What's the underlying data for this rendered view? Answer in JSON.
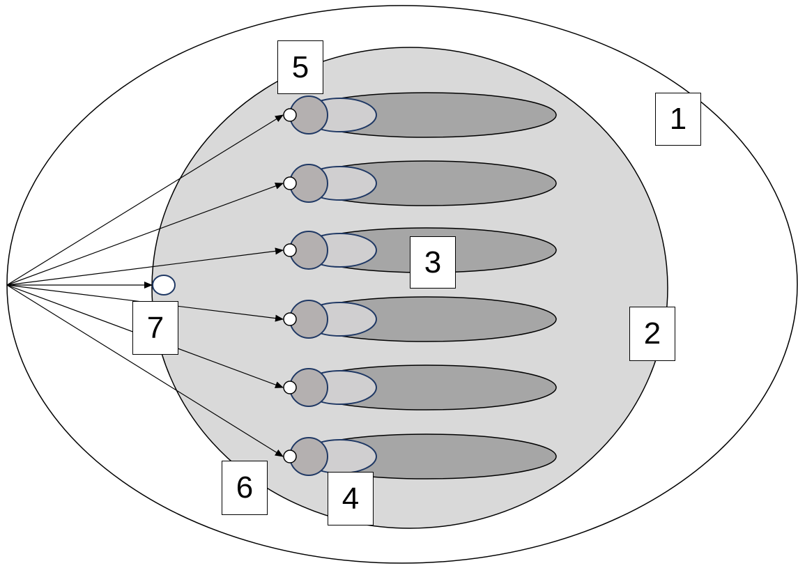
{
  "diagram": {
    "labels": {
      "one": "1",
      "two": "2",
      "three": "3",
      "four": "4",
      "five": "5",
      "six": "6",
      "seven": "7"
    },
    "colors": {
      "outer_fill": "#ffffff",
      "inner_fill": "#d9d9d9",
      "elongated_fill": "#a6a6a6",
      "head_fill": "#b4b0b0",
      "loop_fill": "#d0cfd0",
      "loop_stroke": "#1f3864",
      "stroke": "#000000"
    },
    "elongated_shape_count": 6
  }
}
